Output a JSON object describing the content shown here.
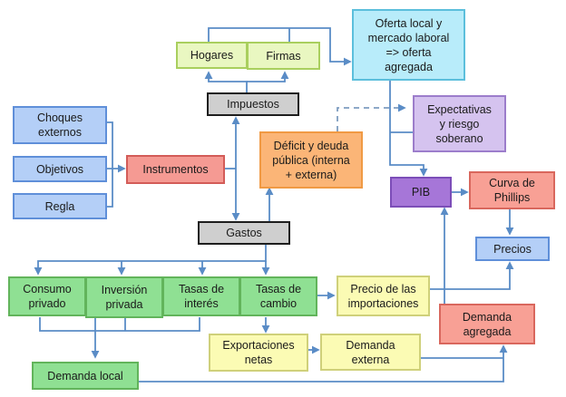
{
  "diagram": {
    "nodes": {
      "hogares": "Hogares",
      "firmas": "Firmas",
      "oferta": "Oferta local y\nmercado laboral\n=> oferta\nagregada",
      "impuestos": "Impuestos",
      "expectativas": "Expectativas\ny riesgo\nsoberano",
      "choques": "Choques\nexternos",
      "objetivos": "Objetivos",
      "regla": "Regla",
      "instrumentos": "Instrumentos",
      "deficit": "Déficit y deuda\npública (interna\n+ externa)",
      "pib": "PIB",
      "phillips": "Curva de\nPhillips",
      "gastos": "Gastos",
      "precios": "Precios",
      "consumo": "Consumo\nprivado",
      "inversion": "Inversión\nprivada",
      "tasas_interes": "Tasas de\ninterés",
      "tasas_cambio": "Tasas de\ncambio",
      "precio_importaciones": "Precio de las\nimportaciones",
      "demanda_agregada": "Demanda\nagregada",
      "exportaciones": "Exportaciones\nnetas",
      "demanda_externa": "Demanda\nexterna",
      "demanda_local": "Demanda local"
    },
    "edges": [
      {
        "from": "Hogares/Firmas",
        "to": "Oferta local y mercado laboral",
        "style": "solid"
      },
      {
        "from": "Impuestos",
        "to": "Hogares",
        "style": "solid"
      },
      {
        "from": "Impuestos",
        "to": "Firmas",
        "style": "solid"
      },
      {
        "from": "Instrumentos",
        "to": "Impuestos",
        "style": "solid"
      },
      {
        "from": "Instrumentos",
        "to": "Gastos",
        "style": "solid"
      },
      {
        "from": "Choques externos/Objetivos/Regla",
        "to": "Instrumentos",
        "style": "solid"
      },
      {
        "from": "Déficit y deuda pública",
        "to": "Expectativas y riesgo soberano",
        "style": "dashed"
      },
      {
        "from": "Gastos",
        "to": "Déficit y deuda pública",
        "style": "solid"
      },
      {
        "from": "Oferta local",
        "to": "PIB",
        "style": "solid"
      },
      {
        "from": "PIB",
        "to": "Curva de Phillips",
        "style": "solid"
      },
      {
        "from": "Curva de Phillips",
        "to": "Precios",
        "style": "solid"
      },
      {
        "from": "Gastos",
        "to": "Consumo/Inversión/Tasas de interés/Tasas de cambio",
        "style": "solid"
      },
      {
        "from": "Tasas de cambio",
        "to": "Precio de las importaciones",
        "style": "solid"
      },
      {
        "from": "Precio de las importaciones",
        "to": "Precios",
        "style": "solid"
      },
      {
        "from": "Tasas de cambio",
        "to": "Exportaciones netas",
        "style": "solid"
      },
      {
        "from": "Exportaciones netas",
        "to": "Demanda externa",
        "style": "solid"
      },
      {
        "from": "Consumo/Inversión/Tasas de interés",
        "to": "Demanda local",
        "style": "solid"
      },
      {
        "from": "Demanda local",
        "to": "Demanda agregada",
        "style": "solid"
      },
      {
        "from": "Demanda externa",
        "to": "Demanda agregada",
        "style": "solid"
      },
      {
        "from": "Demanda agregada",
        "to": "PIB",
        "style": "solid"
      }
    ]
  }
}
